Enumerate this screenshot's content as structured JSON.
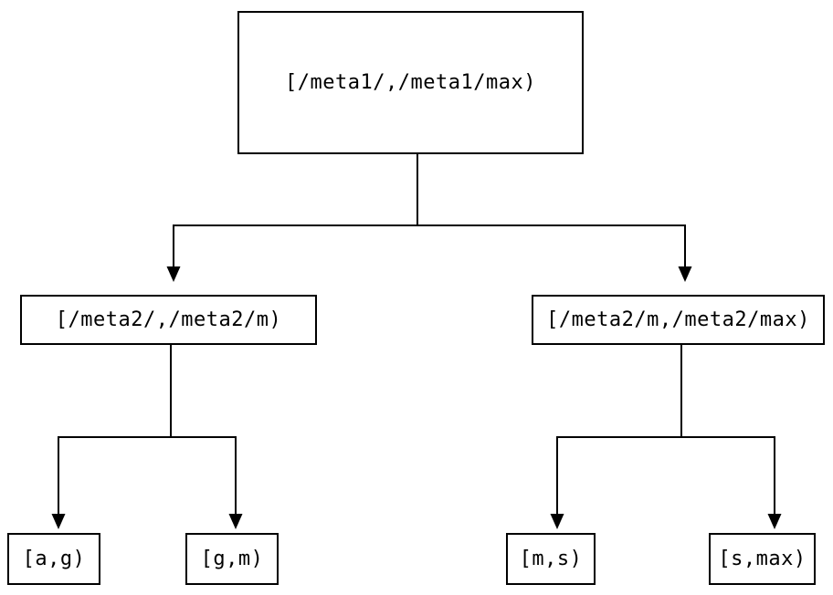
{
  "diagram": {
    "type": "binary-tree",
    "colors": {
      "background": "#ffffff",
      "line": "#000000",
      "box_border": "#000000",
      "text": "#000000"
    },
    "tree": {
      "root": {
        "label": "[/meta1/,/meta1/max)",
        "children": [
          {
            "label": "[/meta2/,/meta2/m)",
            "children": [
              {
                "label": "[a,g)"
              },
              {
                "label": "[g,m)"
              }
            ]
          },
          {
            "label": "[/meta2/m,/meta2/max)",
            "children": [
              {
                "label": "[m,s)"
              },
              {
                "label": "[s,max)"
              }
            ]
          }
        ]
      }
    }
  }
}
